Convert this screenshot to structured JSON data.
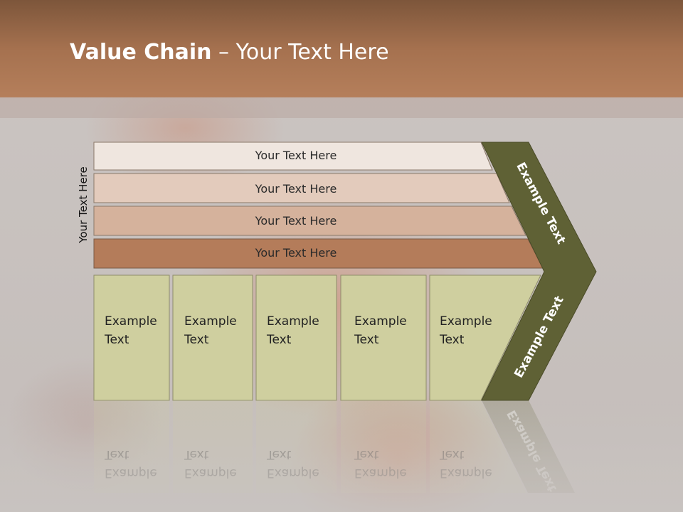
{
  "slide": {
    "title_bold": "Value Chain",
    "title_rest": " – Your Text Here",
    "side_label": "Your Text Here"
  },
  "bars": [
    {
      "label": "Your Text Here",
      "color": "#efe6df"
    },
    {
      "label": "Your Text Here",
      "color": "#e3cbbc"
    },
    {
      "label": "Your Text Here",
      "color": "#d5b29c"
    },
    {
      "label": "Your Text Here",
      "color": "#b47c5a"
    }
  ],
  "boxes": [
    {
      "line1": "Example",
      "line2": "Text"
    },
    {
      "line1": "Example",
      "line2": "Text"
    },
    {
      "line1": "Example",
      "line2": "Text"
    },
    {
      "line1": "Example",
      "line2": "Text"
    },
    {
      "line1": "Example",
      "line2": "Text"
    }
  ],
  "chevron": {
    "upper_label": "Example Text",
    "lower_label": "Example Text",
    "color": "#5f6135"
  },
  "colors": {
    "box_fill": "#cfcf9f",
    "header": "#a5714f"
  }
}
